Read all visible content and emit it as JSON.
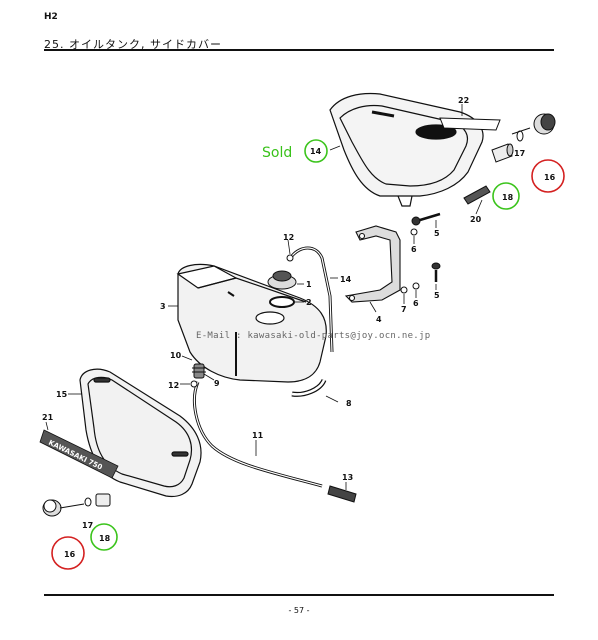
{
  "header": {
    "model": "H2",
    "title": "25. オイルタンク, サイドカバー"
  },
  "watermark": "E-Mail : kawasaki-old-parts@joy.ocn.ne.jp",
  "sold_label": "Sold",
  "footer": {
    "page": "- 57 -"
  },
  "callouts": {
    "c1": "1",
    "c2": "2",
    "c3": "3",
    "c4": "4",
    "c5a": "5",
    "c5b": "5",
    "c6a": "6",
    "c6b": "6",
    "c7": "7",
    "c8": "8",
    "c9": "9",
    "c10": "10",
    "c11": "11",
    "c12a": "12",
    "c12b": "12",
    "c13": "13",
    "c14a": "14",
    "c14b": "14",
    "c15": "15",
    "c16a": "16",
    "c16b": "16",
    "c17a": "17",
    "c17b": "17",
    "c18a": "18",
    "c18b": "18",
    "c20": "20",
    "c21": "21",
    "c22": "22"
  },
  "emblem_text": "KAWASAKI 750",
  "colors": {
    "red_circle": "#d42020",
    "green_circle": "#3bc41c",
    "ink": "#111111"
  }
}
